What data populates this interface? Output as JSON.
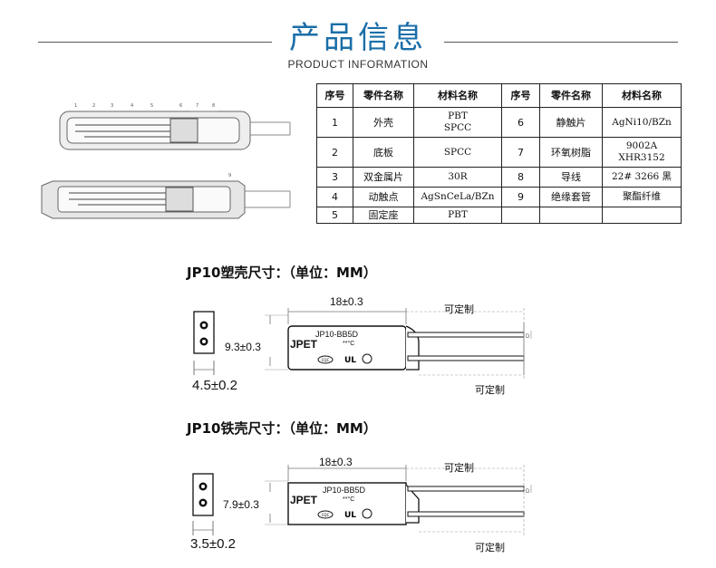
{
  "header": {
    "title_cn": "产品信息",
    "title_en": "PRODUCT INFORMATION"
  },
  "parts_table": {
    "headers": [
      "序号",
      "零件名称",
      "材料名称",
      "序号",
      "零件名称",
      "材料名称"
    ],
    "rows": [
      [
        "1",
        "外壳",
        "PBT\nSPCC",
        "6",
        "静触片",
        "AgNi10/BZn"
      ],
      [
        "2",
        "底板",
        "SPCC",
        "7",
        "环氧树脂",
        "9002A\nXHR3152"
      ],
      [
        "3",
        "双金属片",
        "30R",
        "8",
        "导线",
        "22# 3266 黑"
      ],
      [
        "4",
        "动触点",
        "AgSnCeLa/BZn",
        "9",
        "绝缘套管",
        "聚酯纤维"
      ],
      [
        "5",
        "固定座",
        "PBT",
        "",
        "",
        ""
      ]
    ]
  },
  "diagram_callouts": [
    "1",
    "2",
    "3",
    "4",
    "5",
    "6",
    "7",
    "8",
    "9"
  ],
  "plastic": {
    "heading": "JP10塑壳尺寸：（单位：MM）",
    "length": "18±0.3",
    "custom_top": "可定制",
    "custom_bottom": "可定制",
    "height": "9.3±0.3",
    "width": "4.5±0.2",
    "brand": "JPET",
    "model": "JP10-BB5D",
    "temp": "**°C",
    "d_label": "D"
  },
  "iron": {
    "heading": "JP10铁壳尺寸：（单位：MM）",
    "length": "18±0.3",
    "custom_top": "可定制",
    "custom_bottom": "可定制",
    "height": "7.9±0.3",
    "width": "3.5±0.2",
    "brand": "JPET",
    "model": "JP10-BB5D",
    "temp": "**°C",
    "d_label": "D"
  },
  "cert_marks": {
    "cqc": "CQC",
    "ul": "UL"
  }
}
